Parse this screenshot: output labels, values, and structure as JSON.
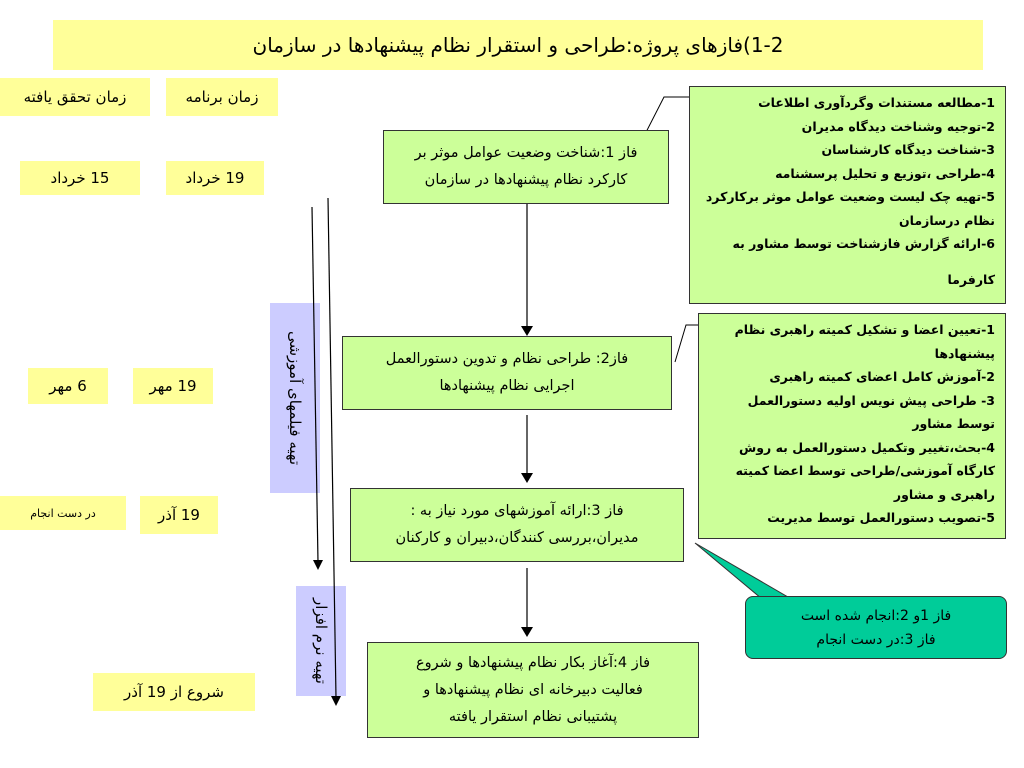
{
  "title": "1-2)فازهای پروژه:طراحی و استقرار نظام پیشنهادها در سازمان",
  "headers": {
    "realized": "زمان تحقق یافته",
    "planned": "زمان برنامه"
  },
  "rows": [
    {
      "planned": "19 خرداد",
      "realized": "15 خرداد"
    },
    {
      "planned": "19 مهر",
      "realized": "6 مهر"
    },
    {
      "planned": "19 آذر",
      "realized": "در دست انجام"
    },
    {
      "realized": "شروع از 19 آذر"
    }
  ],
  "phases": [
    {
      "line1": "فاز 1:شناخت وضعیت عوامل موثر بر",
      "line2": "کارکرد نظام پیشنهادها در سازمان"
    },
    {
      "line1": "فاز2: طراحی نظام و تدوین دستورالعمل",
      "line2": "اجرایی نظام پیشنهادها"
    },
    {
      "line1": "فاز 3:ارائه آموزشهای مورد نیاز  به :",
      "line2": "مدیران،بررسی کنندگان،دبیران و کارکنان"
    },
    {
      "line1": "فاز 4:آغاز بکار نظام پیشنهادها و شروع",
      "line2": "فعالیت دبیرخانه ای نظام پیشنهادها و",
      "line3": "پشتیبانی نظام استقرار یافته"
    }
  ],
  "phase1_tasks": [
    "1-مطالعه مستندات وگردآوری اطلاعات",
    "2-توجیه وشناخت دیدگاه مدیران",
    "3-شناخت دیدگاه کارشناسان",
    "4-طراحی ،توزیع و تحلیل پرسشنامه",
    "5-تهیه چک لیست وضعیت عوامل موثر برکارکرد نظام درسازمان",
    "6-ارائه گزارش فازشناخت توسط مشاور به",
    "",
    "کارفرما"
  ],
  "phase2_tasks": [
    "1-تعیین اعضا و تشکیل کمیته راهبری نظام پیشنهادها",
    "2-آموزش کامل اعضای کمیته راهبری",
    "3- طراحی پیش نویس اولیه  دستورالعمل توسط مشاور",
    "4-بحث،تغییر وتکمیل دستورالعمل به روش کارگاه آموزشی/طراحی توسط اعضا کمیته راهبری و مشاور",
    "5-تصویب دستورالعمل توسط مدیریت"
  ],
  "vertical_labels": {
    "films": "تهیه فیلمهای آموزشی",
    "software": "تهیه نرم افزار"
  },
  "status": {
    "line1": "فاز 1و 2:انجام شده است",
    "line2": "فاز 3:در دست انجام"
  }
}
